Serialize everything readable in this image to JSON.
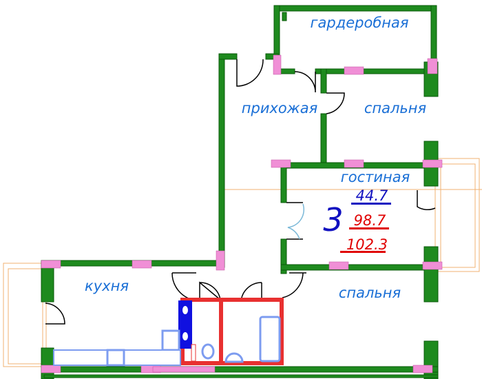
{
  "rooms": {
    "wardrobe": "гардеробная",
    "hallway": "прихожая",
    "bedroom_top": "спальня",
    "living_room": "гостиная",
    "kitchen": "кухня",
    "bedroom_bottom": "спальня"
  },
  "apartment": {
    "rooms_count": "3",
    "living_area": "44.7",
    "total_area": "98.7",
    "total_area_with_balcony": "102.3"
  },
  "colors": {
    "wall": "#1e8a1e",
    "window": "#f08fd6",
    "bathroom_wall": "#e83030",
    "label": "#1a6fd6",
    "living_area": "#1010c0",
    "total_area": "#e00000"
  }
}
